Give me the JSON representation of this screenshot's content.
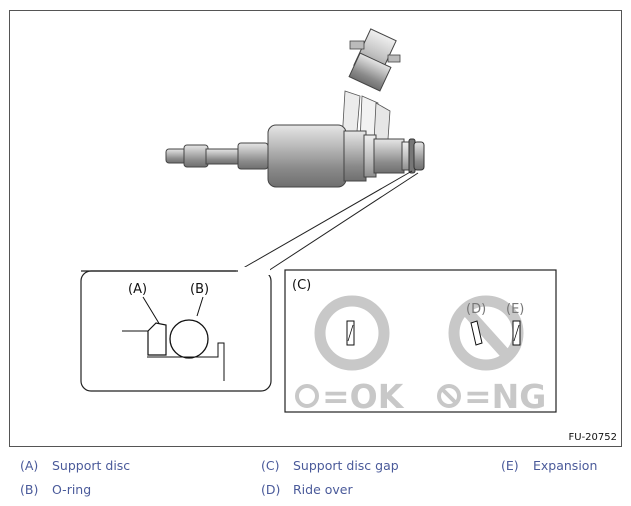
{
  "figure": {
    "code": "FU-20752",
    "callout_labels": {
      "a": "(A)",
      "b": "(B)",
      "c": "(C)",
      "d": "(D)",
      "e": "(E)"
    },
    "ok_label": "=OK",
    "ng_label": "=NG"
  },
  "legend": {
    "items": [
      {
        "letter": "(A)",
        "text": "Support disc"
      },
      {
        "letter": "(B)",
        "text": "O-ring"
      },
      {
        "letter": "(C)",
        "text": "Support disc gap"
      },
      {
        "letter": "(D)",
        "text": "Ride over"
      },
      {
        "letter": "(E)",
        "text": "Expansion"
      }
    ]
  },
  "colors": {
    "legend_text": "#4a5a9a",
    "watermark_gray": "#c8c8c8"
  }
}
